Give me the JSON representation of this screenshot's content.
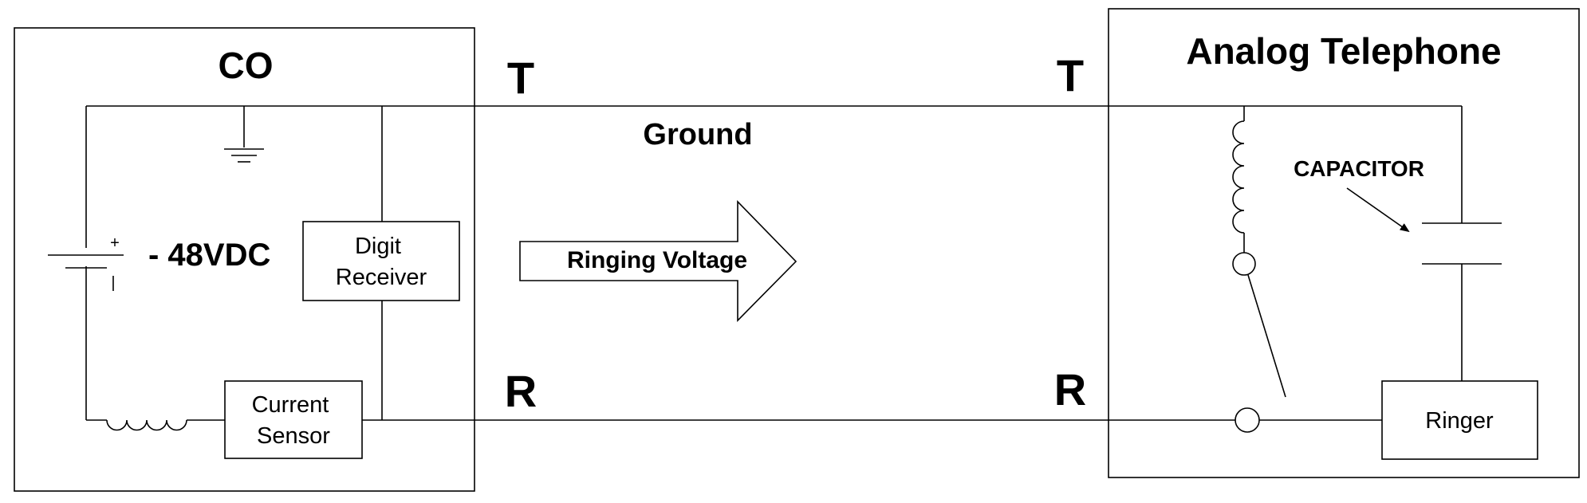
{
  "co": {
    "title": "CO",
    "voltage": "- 48VDC",
    "battery_plus": "+",
    "battery_minus": "|",
    "digit_receiver": [
      "Digit",
      "Receiver"
    ],
    "current_sensor": [
      "Current",
      "Sensor"
    ]
  },
  "line": {
    "tip_left": "T",
    "tip_right": "T",
    "ring_left": "R",
    "ring_right": "R",
    "ground": "Ground",
    "ringing_voltage": "Ringing Voltage"
  },
  "phone": {
    "title": "Analog Telephone",
    "capacitor": "CAPACITOR",
    "ringer": "Ringer"
  }
}
